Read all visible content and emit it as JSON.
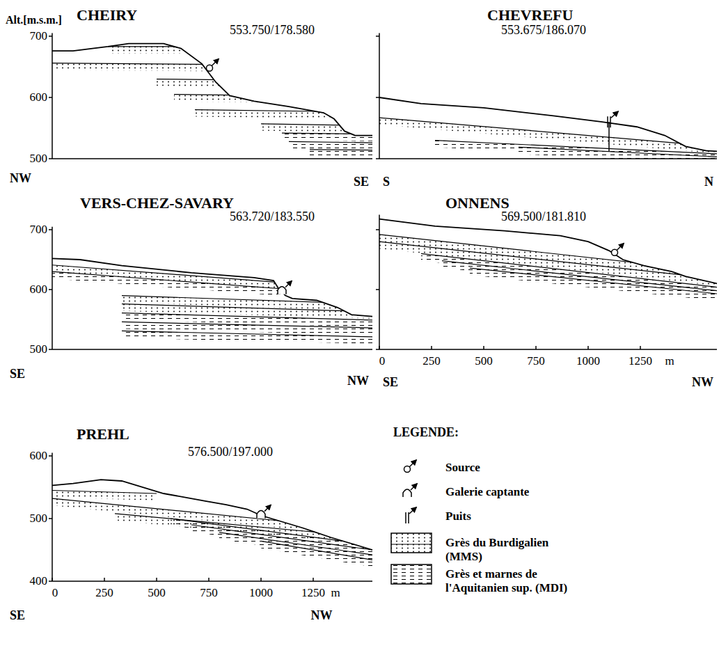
{
  "diagram": {
    "labels": [
      "Alt.[m.s.m.]",
      "CHEIRY",
      "553.750/178.580",
      "700",
      "600",
      "500",
      "NW",
      "SE",
      "CHEVREFU",
      "553.675/186.070",
      "S",
      "N",
      "VERS-CHEZ-SAVARY",
      "563.720/183.550",
      "700",
      "600",
      "500",
      "SE",
      "NW",
      "ONNENS",
      "569.500/181.810",
      "0",
      "250",
      "500",
      "750",
      "1000",
      "1250",
      "m",
      "SE",
      "NW",
      "LEGENDE:",
      "PREHL",
      "576.500/197.000",
      "600",
      "500",
      "400",
      "0",
      "250",
      "500",
      "750",
      "1000",
      "1250",
      "m",
      "SE",
      "NW"
    ],
    "legend": [
      {
        "text": "Source"
      },
      {
        "text": "Galerie captante"
      },
      {
        "text": "Puits"
      },
      {
        "text": "Grès du Burdigalien (MMS)"
      },
      {
        "text": "Grès et marnes de l'Aquitanien sup. (MDI)"
      }
    ]
  }
}
